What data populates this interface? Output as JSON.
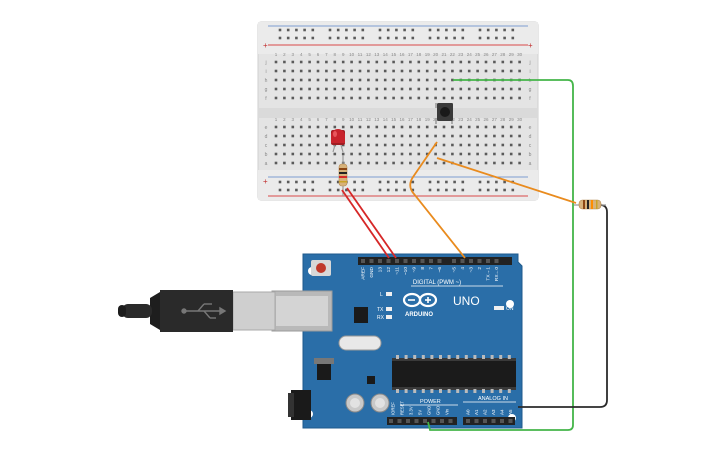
{
  "breadboard": {
    "column_numbers": [
      "1",
      "2",
      "3",
      "4",
      "5",
      "6",
      "7",
      "8",
      "9",
      "10",
      "11",
      "12",
      "13",
      "14",
      "15",
      "16",
      "17",
      "18",
      "19",
      "20",
      "21",
      "22",
      "23",
      "24",
      "25",
      "26",
      "27",
      "28",
      "29",
      "30"
    ],
    "row_letters_top": [
      "j",
      "i",
      "h",
      "g",
      "f"
    ],
    "row_letters_bottom": [
      "e",
      "d",
      "c",
      "b",
      "a"
    ],
    "rail_plus": "+",
    "rail_minus": "−"
  },
  "arduino": {
    "model": "UNO",
    "brand": "ARDUINO",
    "digital_header_label": "DIGITAL (PWM ~)",
    "power_header_label": "POWER",
    "analog_header_label": "ANALOG IN",
    "on_label": "ON",
    "led_labels": {
      "l": "L",
      "tx": "TX",
      "rx": "RX"
    },
    "digital_pins": [
      "AREF",
      "GND",
      "13",
      "12",
      "~11",
      "~10",
      "~9",
      "8",
      "7",
      "~6",
      "~5",
      "4",
      "~3",
      "2",
      "TX→1",
      "RX←0"
    ],
    "power_pins": [
      "IOREF",
      "RESET",
      "3.3V",
      "5V",
      "GND",
      "GND",
      "Vin"
    ],
    "analog_pins": [
      "A0",
      "A1",
      "A2",
      "A3",
      "A4",
      "A5"
    ]
  },
  "colors": {
    "board_blue": "#2a6ea8",
    "board_edge": "#1f5a8c",
    "wire_orange": "#e98b1e",
    "wire_red": "#d62828",
    "wire_green": "#44b549",
    "wire_black": "#2b2b2b",
    "led_red": "#c8232c",
    "breadboard": "#e4e4e4"
  }
}
